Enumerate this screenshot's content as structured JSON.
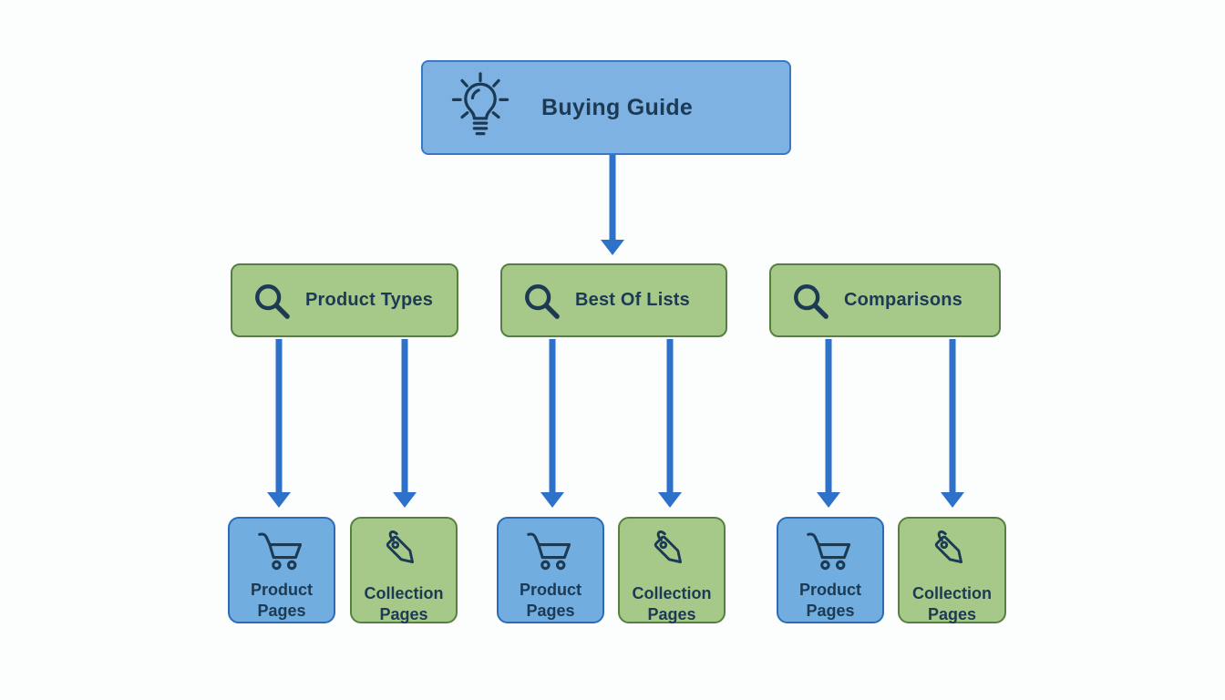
{
  "title": "Buying Guide content structure diagram",
  "colors": {
    "background": "#fcfdfd",
    "root_fill": "#7db2e2",
    "root_border": "#3a77c4",
    "category_fill": "#a6c989",
    "category_border": "#55803e",
    "leaf_blue_fill": "#72ade0",
    "leaf_blue_border": "#2d6cb5",
    "leaf_green_fill": "#a6c989",
    "leaf_green_border": "#55803e",
    "arrow": "#2d72c8",
    "text": "#1c3a53"
  },
  "root": {
    "label": "Buying Guide",
    "icon": "lightbulb-icon"
  },
  "categories": [
    {
      "label": "Product Types",
      "icon": "search-icon"
    },
    {
      "label": "Best Of Lists",
      "icon": "search-icon"
    },
    {
      "label": "Comparisons",
      "icon": "search-icon"
    }
  ],
  "leaf_types": {
    "product": {
      "line1": "Product",
      "line2": "Pages",
      "icon": "cart-icon"
    },
    "collection": {
      "line1": "Collection",
      "line2": "Pages",
      "icon": "tag-icon"
    }
  }
}
